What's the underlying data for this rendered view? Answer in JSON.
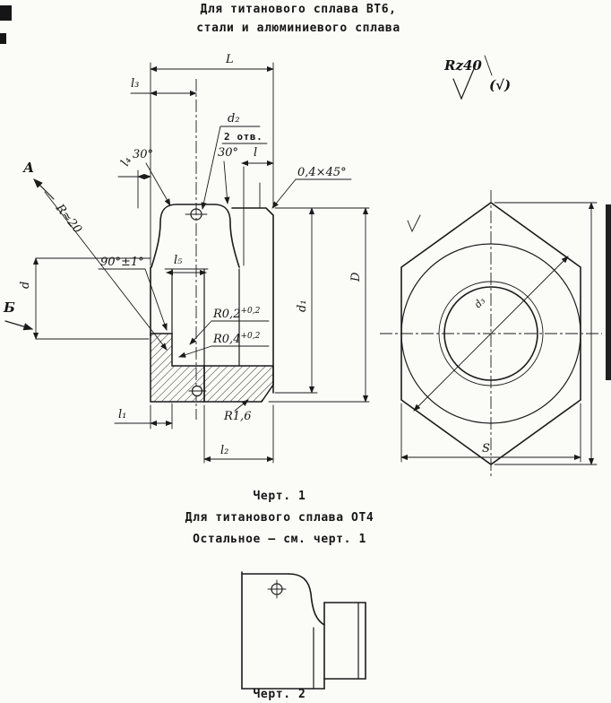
{
  "header": {
    "line1": "Для титанового сплава ВТ6,",
    "line2": "стали и алюминиевого сплава"
  },
  "finish": {
    "rz": "Rz40",
    "rest": "(√)"
  },
  "fig1": {
    "caption": "Черт. 1",
    "dims": {
      "L": "L",
      "l3": "l₃",
      "d2": "d₂",
      "holes": "2 отв.",
      "l4": "l₄",
      "ang30_left": "30°",
      "ang30_right": "30°",
      "l": "l",
      "chamfer": "0,4×45°",
      "view_a": "А",
      "r20": "R≈20",
      "ang90": "90°±1°",
      "l5": "l₅",
      "d": "d",
      "view_b": "Б",
      "r02": "R0,2",
      "r02_tol": "+0,2",
      "r04": "R0,4",
      "r04_tol": "+0,2",
      "d1": "d₁",
      "D": "D",
      "l1": "l₁",
      "r16": "R1,6",
      "l2": "l₂"
    }
  },
  "face": {
    "d3": "d₃",
    "s": "S"
  },
  "notes": {
    "material2": "Для титанового сплава ОТ4",
    "rest_note": "Остальное – см. черт. 1"
  },
  "fig2": {
    "caption": "Черт. 2"
  }
}
